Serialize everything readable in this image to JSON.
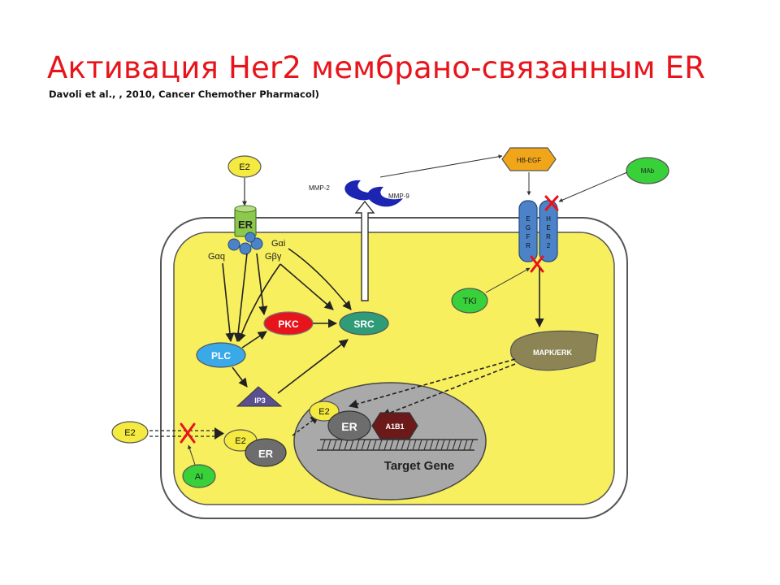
{
  "title": "Активация Her2 мембрано-связанным ER",
  "citation": "Davoli et al., , 2010, Cancer Chemother Pharmacol)",
  "diagram": {
    "e2_top": "E2",
    "er_receptor": "ER",
    "g_alpha_q": "Gαq",
    "g_alpha_i": "Gαi",
    "g_beta_gamma": "Gβγ",
    "mmp2": "MMP-2",
    "mmp9": "MMP-9",
    "hb_egf": "HB-EGF",
    "mab": "MAb",
    "egfr": [
      "E",
      "G",
      "F",
      "R"
    ],
    "her2": [
      "H",
      "E",
      "R",
      "2"
    ],
    "tki": "TKI",
    "plc": "PLC",
    "pkc": "PKC",
    "src": "SRC",
    "mapk_erk": "MAPK/ERK",
    "ip3": "IP3",
    "e2_left": "E2",
    "ai": "AI",
    "e2_cyto": "E2",
    "er_cyto": "ER",
    "e2_nucleus": "E2",
    "er_nucleus": "ER",
    "a1b1": "A1B1",
    "target_gene": "Target Gene"
  },
  "colors": {
    "title": "#e8141b",
    "cytoplasm": "#f7ef5e",
    "nucleus": "#a9a9a9",
    "ligand": "#f5ea40",
    "inhibitor": "#38d13a",
    "pkc": "#e8141b",
    "src": "#2f9b78",
    "plc": "#39a9e8",
    "receptor": "#4c82c8",
    "er_membrane": "#8cc84c",
    "mapk": "#8d8455",
    "a1b1": "#6b1919",
    "hb_egf": "#f1a61a",
    "ip3": "#5a4f8f",
    "mmp": "#1c24b2",
    "block": "#e8141b"
  }
}
